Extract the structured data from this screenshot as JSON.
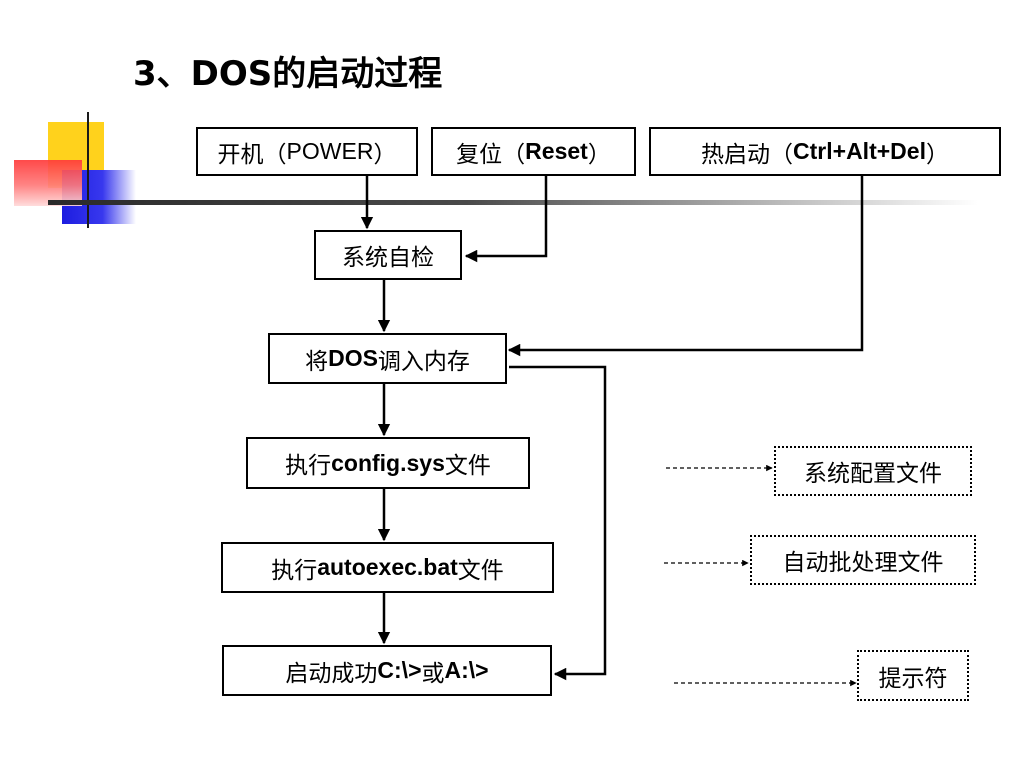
{
  "title": "3、DOS的启动过程",
  "start_boxes": {
    "power": {
      "prefix": "开机（",
      "bold": "",
      "plain": "POWER",
      "suffix": "）"
    },
    "reset": {
      "prefix": "复位（",
      "bold": "Reset",
      "suffix": "）"
    },
    "hot": {
      "prefix": "热启动（",
      "bold": "Ctrl+Alt+Del",
      "suffix": "）"
    }
  },
  "steps": {
    "selftest": {
      "text": "系统自检"
    },
    "load": {
      "prefix": "将",
      "bold": "DOS",
      "suffix": "调入内存"
    },
    "config": {
      "prefix": "执行",
      "bold": "config.sys",
      "suffix": "文件"
    },
    "autoexec": {
      "prefix": "执行",
      "bold": "autoexec.bat",
      "suffix": "文件"
    },
    "success": {
      "prefix": "启动成功",
      "bold": "C:\\>",
      "mid": "或",
      "bold2": "A:\\>"
    }
  },
  "notes": {
    "config": "系统配置文件",
    "autoexec": "自动批处理文件",
    "prompt": "提示符"
  }
}
